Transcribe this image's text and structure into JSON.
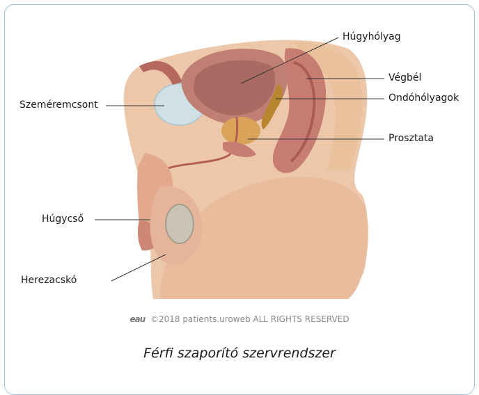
{
  "labels": {
    "bladder": "Húgyhólyag",
    "rectum": "Végbél",
    "seminal_vesicles": "Ondóhólyagok",
    "pubic_bone": "Szeméremcsont",
    "prostate": "Prosztata",
    "urethra": "Húgycső",
    "scrotum": "Herezacskó"
  },
  "copyright": {
    "logo": "eau",
    "text": "©2018 patients.uroweb ALL RIGHTS RESERVED"
  },
  "caption": "Férfi szaporító szervrendszer",
  "colors": {
    "frame_border": "#9ec3df",
    "skin": "#edc7a9",
    "bladder": "#a86a63",
    "prostate": "#d9a35a",
    "tissue": "#d99c90"
  }
}
